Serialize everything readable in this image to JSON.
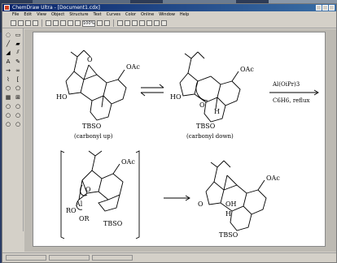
{
  "window": {
    "title": "ChemDraw Ultra - [Document1.cdx]"
  },
  "menu": [
    "File",
    "Edit",
    "View",
    "Object",
    "Structure",
    "Text",
    "Curves",
    "Color",
    "Online",
    "Window",
    "Help"
  ],
  "toolbar": {
    "zoom_value": "100%"
  },
  "palette_icons": [
    "lasso-icon",
    "marquee-icon",
    "bond-icon",
    "eraser-icon",
    "wedge-icon",
    "hash-bond-icon",
    "text-icon",
    "pen-icon",
    "arrow-icon",
    "orbital-icon",
    "chain-icon",
    "bracket-icon",
    "benzene-icon",
    "ring-icon",
    "template-icon",
    "table-icon"
  ],
  "scheme": {
    "top_left": {
      "oac": "OAc",
      "ho": "HO",
      "o": "O",
      "tbso": "TBSO",
      "caption": "(carbonyl up)"
    },
    "top_right": {
      "oac": "OAc",
      "ho": "HO",
      "o": "O",
      "h": "H",
      "tbso": "TBSO",
      "caption": "(carbonyl down)"
    },
    "reagent": {
      "line1": "Al(OiPr)3",
      "line2": "C6H6, reflux"
    },
    "bottom_left": {
      "oac": "OAc",
      "ro": "RO",
      "al": "Al",
      "or": "OR",
      "o": "O",
      "tbso": "TBSO"
    },
    "bottom_right": {
      "oac": "OAc",
      "o": "O",
      "oh": "OH",
      "h": "H",
      "tbso": "TBSO"
    }
  }
}
